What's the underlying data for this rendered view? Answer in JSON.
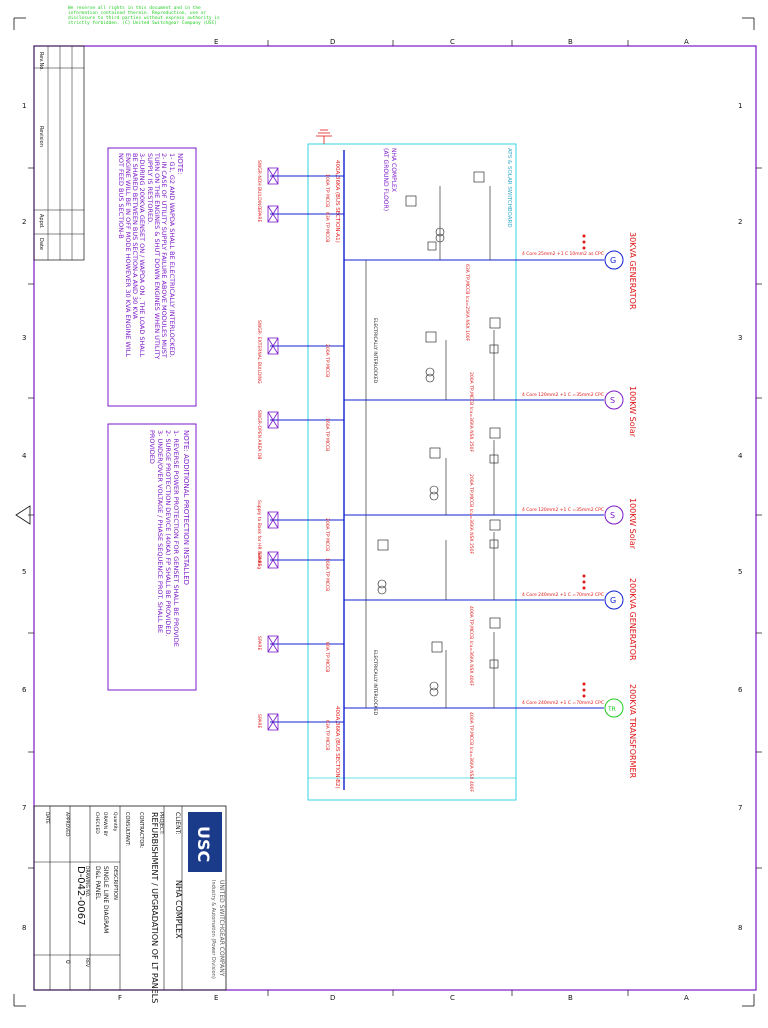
{
  "copyright": "We reserve all rights in this document and in the information contained therein. Reproduction, use or disclosure to third parties without express authority is strictly forbidden. (C) United Switchgear Company (USC)",
  "border": {
    "cols": [
      "E",
      "D",
      "C",
      "B",
      "A"
    ],
    "rows": [
      "1",
      "2",
      "3",
      "4",
      "5",
      "6",
      "7",
      "8"
    ],
    "bottom_letter": "F"
  },
  "revision_block": {
    "rev": "Rev.No.",
    "revision": "Revision",
    "appd": "Appd.",
    "date": "Date"
  },
  "note1": {
    "title": "NOTE:",
    "lines": [
      "1- G1, G2 AND WAPDA SHALL BE ELECTRICALLY INTERLOCKED.",
      "2- IN CASE OF UTILITY SUPPLY FAILURE ABOVE MODULES MUST",
      "TURN ON THE ENGINES & SHUT DOWN ENGINES WHEN UTILITY",
      "SUPPLY IS RESTORED.",
      "3-DURING 200KVA GENSET ON / WAPDA ON , THE LOAD SHALL",
      "BE SHARED BETWEEN BUS SECTION-A AND 30 KVA",
      "ENGINE WILL BE IN OFF MODE HOWEVER 30 KVA ENGINE WILL",
      "NOT FEED BUS SECTION-B"
    ]
  },
  "note2": {
    "title": "NOTE: ADDITIONAL PROTECTION INSTALLED",
    "lines": [
      "1- REVERSE POWER PROTECTION FOR GENSET SHALL BE PROVIDE",
      "2- SURGE PROTECTION DEVICE (40KA) FP SHALL BE PROVIDED.",
      "3- UNDER/OVER VOLTAGE / PHASE SEQUENCE PROT. SHALL BE",
      "PROVIDED"
    ]
  },
  "panel": {
    "title1": "ATS & SOLAR SWITCHBOARD",
    "title2": "NHA COMPLEX",
    "title3": "(AT GROUND FLOOR)",
    "bus_a": "400A,36KA (BUS SECTION-A1)",
    "bus_b": "400A,36KA (BUS SECTION-B2)",
    "interlock": "ELECTRICALLY INTERLOCKED"
  },
  "sources": [
    {
      "name": "30KVA GENERATOR",
      "symbol": "G",
      "cable": "4 Core 25mm2 +1 C 10mm2 as CPC",
      "breaker": "63A TP,MCCB Icu=25KA NSX 100F"
    },
    {
      "name": "100KW Solar",
      "symbol": "S",
      "cable": "4 Core 120mm2 +1 C =35mm2 CPC",
      "breaker": "200A TP,MCCB Icu=36KA NSX 250F"
    },
    {
      "name": "100KW Solar",
      "symbol": "S",
      "cable": "4 Core 120mm2 +1 C =35mm2 CPC",
      "breaker": "200A TP,MCCB Icu=36KA NSX 250F"
    },
    {
      "name": "200KVA GENERATOR",
      "symbol": "G",
      "cable": "4 Core 240mm2 +1 C =70mm2 CPC",
      "breaker": "400A TP,MCCB Icu=36KA NSX 400F"
    },
    {
      "name": "200KVA TRANSFORMER",
      "symbol": "TR",
      "cable": "4 Core 240mm2 +1 C =70mm2 CPC",
      "breaker": "400A TP,MCCB Icu=36KA NSX 400F"
    }
  ],
  "outgoings": [
    {
      "label": "SWGR-NDH BUILDING",
      "rating": "100A TP MCCB"
    },
    {
      "label": "SPARE",
      "rating": "63A TP MCCB"
    },
    {
      "label": "SWGR- EXTERNAL BUILDING",
      "rating": "200A TP MCCB"
    },
    {
      "label": "SWGR-OPEN AREA DB",
      "rating": "160A TP MCCB"
    },
    {
      "label": "Supply to Bank for HR Building",
      "rating": "200A TP MCCB"
    },
    {
      "label": "SPARE",
      "rating": "160A TP MCCB"
    },
    {
      "label": "SPARE",
      "rating": "80A TP MCCB"
    },
    {
      "label": "SPARE",
      "rating": "63A TP MCCB"
    }
  ],
  "title_block": {
    "company": "UNITED SWITCHGEAR COMPANY",
    "company_sub": "Industry & Automation (Power Division)",
    "logo": "USC",
    "client_label": "CLIENT:",
    "client": "NHA COMPLEX",
    "project_label": "PROJECT:",
    "project": "REFURBISHMENT / UPGRADATION OF LT PANELS",
    "contractor_label": "CONTRACTOR:",
    "consultant_label": "CONSULTANT:",
    "description_label": "DESCRIPTION",
    "description1": "SINGLE LINE DIAGRAM",
    "description2": "D&L PANEL",
    "drawing_no_label": "DRAWING NO.",
    "drawing_no": "D-042-0067",
    "rev_label": "REV",
    "rev": "0",
    "quantity_label": "Quantity",
    "drawn_label": "DRAWN BY",
    "checked_label": "CHECKED",
    "approved_label": "APPROVED",
    "date_label": "DATE"
  }
}
